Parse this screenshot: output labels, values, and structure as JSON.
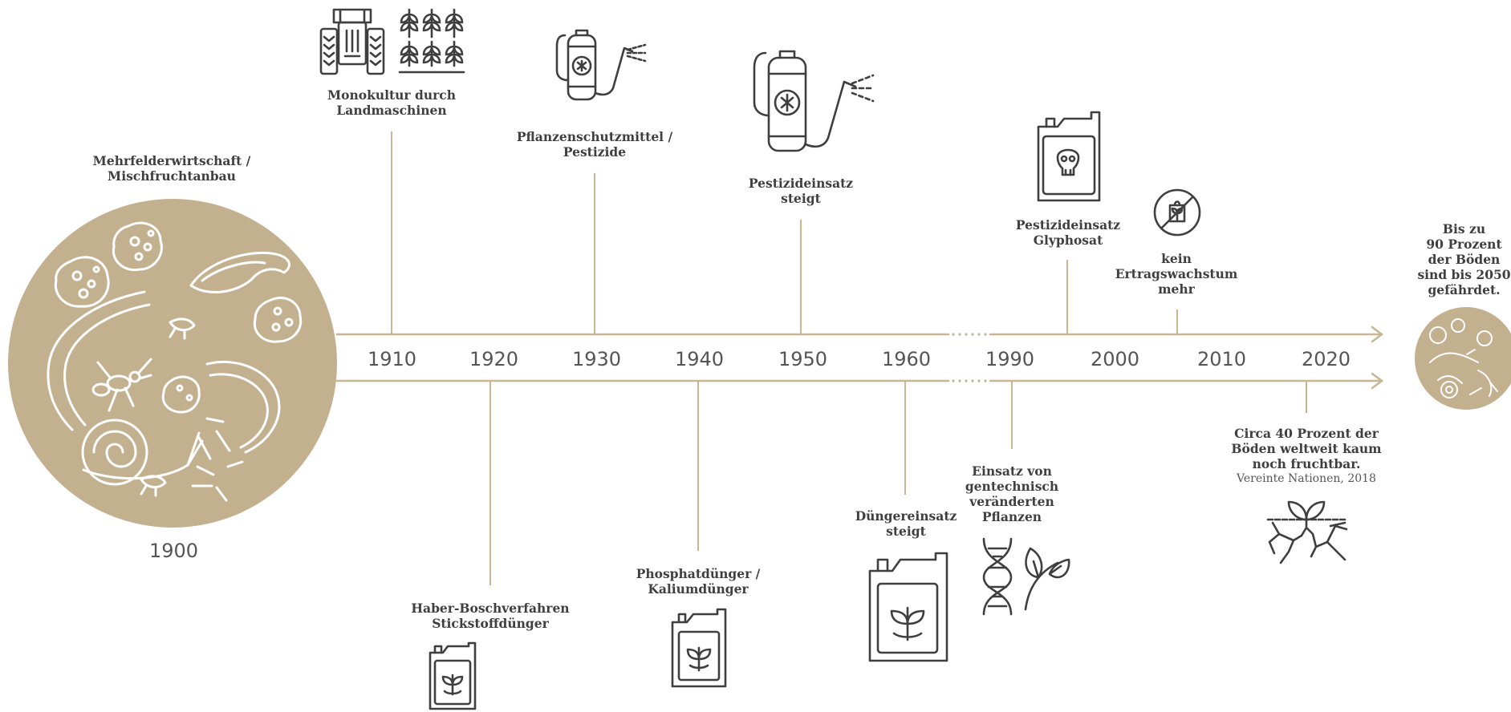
{
  "colors": {
    "accent": "#c3b08f",
    "line": "#c8b593",
    "text": "#3f3f3f"
  },
  "timeline": {
    "years": [
      "1900",
      "1910",
      "1920",
      "1930",
      "1940",
      "1950",
      "1960",
      "1990",
      "2000",
      "2010",
      "2020"
    ],
    "dots": "....."
  },
  "events": {
    "mehrfelder": {
      "line1": "Mehrfelderwirtschaft /",
      "line2": "Mischfruchtanbau"
    },
    "monokultur": {
      "line1": "Monokultur durch",
      "line2": "Landmaschinen"
    },
    "pflanzenschutz": {
      "line1": "Pflanzenschutzmittel /",
      "line2": "Pestizide"
    },
    "pestizideinsatz": {
      "line1": "Pestizideinsatz",
      "line2": "steigt"
    },
    "glyphosat": {
      "line1": "Pestizideinsatz",
      "line2": "Glyphosat"
    },
    "ertrag": {
      "line1": "kein",
      "line2": "Ertragswachstum",
      "line3": "mehr"
    },
    "prognose": {
      "line1": "Bis zu",
      "line2": "90 Prozent",
      "line3": "der Böden",
      "line4": "sind bis 2050",
      "line5": "gefährdet."
    },
    "haber": {
      "line1": "Haber-Boschverfahren",
      "line2": "Stickstoffdünger"
    },
    "phosphat": {
      "line1": "Phosphatdünger /",
      "line2": "Kaliumdünger"
    },
    "duenger": {
      "line1": "Düngereinsatz",
      "line2": "steigt"
    },
    "gentechnik": {
      "line1": "Einsatz von",
      "line2": "gentechnisch",
      "line3": "veränderten",
      "line4": "Pflanzen"
    },
    "fruchtbar": {
      "line1": "Circa 40 Prozent der",
      "line2": "Böden weltweit kaum",
      "line3": "noch fruchtbar.",
      "source": "Vereinte Nationen, 2018"
    }
  },
  "icons": [
    "soil-organisms-icon",
    "tractor-icon",
    "wheat-field-icon",
    "pesticide-sprayer-icon",
    "poison-canister-icon",
    "no-growth-icon",
    "fertilizer-canister-icon",
    "dna-icon",
    "leaf-icon",
    "dry-soil-sprout-icon"
  ]
}
